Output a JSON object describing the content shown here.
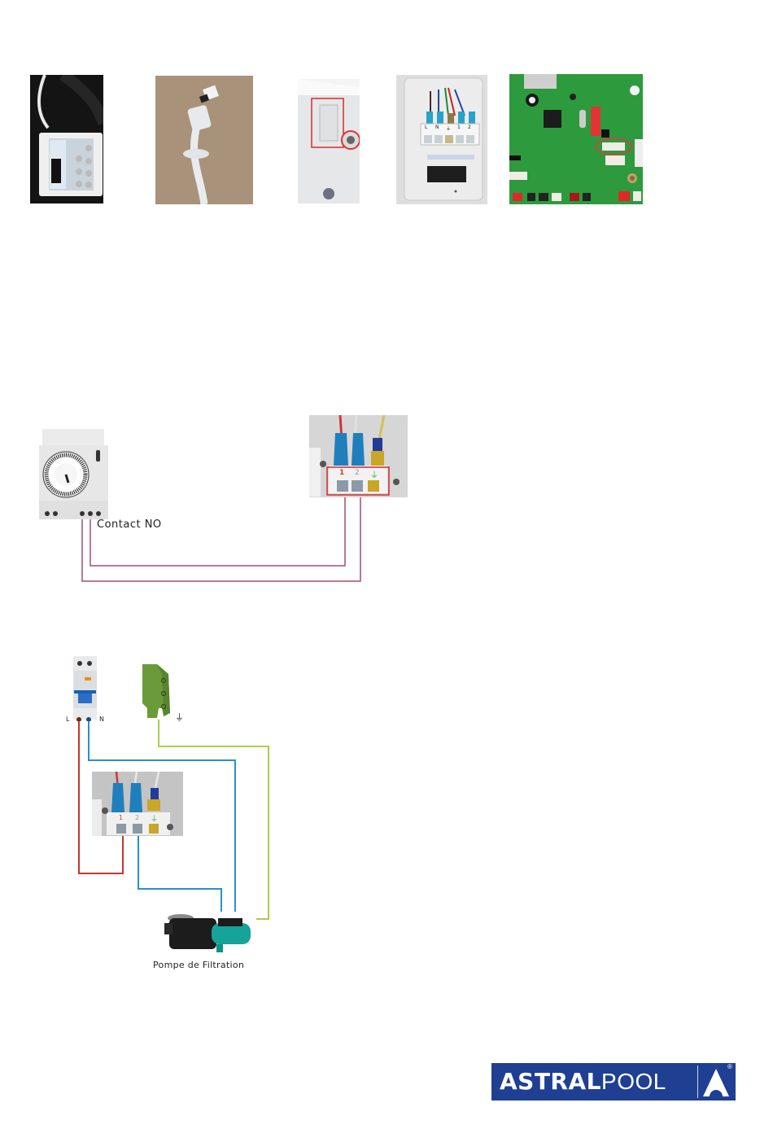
{
  "photos_row": [
    {
      "name": "wired-controller",
      "alt": "Wired controller with display and buttons"
    },
    {
      "name": "cable-gland-connector",
      "alt": "Cable with gland and connector plug"
    },
    {
      "name": "heat-pump-side-panel",
      "alt": "Heat pump side access panel (highlighted)"
    },
    {
      "name": "terminal-block-panel",
      "alt": "Terminal block with wires",
      "terminal_labels": [
        "L",
        "N",
        "⏚",
        "1",
        "2"
      ]
    },
    {
      "name": "control-pcb",
      "alt": "Control PCB with connector circled"
    }
  ],
  "timer_diagram": {
    "contact_label": "Contact NO",
    "terminal_labels": [
      "1",
      "2",
      "⏚"
    ],
    "wire_color": "#9b4f7a"
  },
  "pump_diagram": {
    "breaker_labels": {
      "left": "L",
      "right": "N"
    },
    "earth_symbol": "⏚",
    "terminal_labels": [
      "1",
      "2",
      "⏚"
    ],
    "pump_label": "Pompe de Filtration",
    "wire_colors": {
      "live": "#c0392b",
      "neutral": "#2a8fd0",
      "earth": "#a9cf4b"
    }
  },
  "logo": {
    "bold_text": "ASTRAL",
    "light_text": "POOL",
    "registered": "®",
    "bg_color": "#1f3f93"
  }
}
